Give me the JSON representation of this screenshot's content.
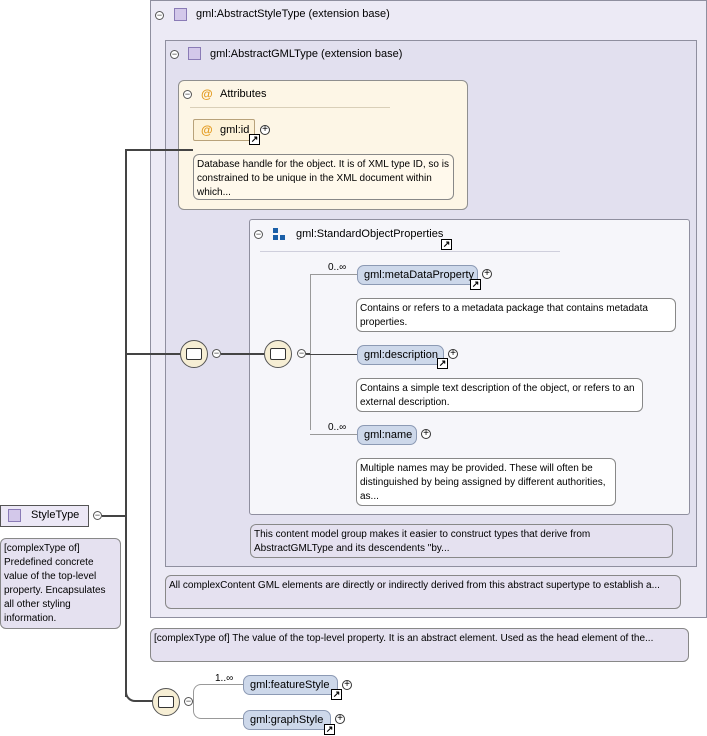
{
  "root": {
    "name": "StyleType",
    "note": "[complexType of] Predefined concrete value of the top-level property. Encapsulates all other styling information."
  },
  "abstract_style": {
    "title": "gml:AbstractStyleType (extension base)",
    "note": "[complexType of] The value of the top-level property. It is an abstract element. Used as the head element of the..."
  },
  "abstract_gml": {
    "title": "gml:AbstractGMLType (extension base)",
    "note": "All complexContent GML elements are directly or indirectly derived from this abstract supertype to establish a..."
  },
  "attributes": {
    "title": "Attributes",
    "at_symbol": "@",
    "id_attr": {
      "name": "gml:id",
      "note": "Database handle for the object. It is of XML type ID, so is constrained to be unique in the XML document within which..."
    }
  },
  "standard_props": {
    "title": "gml:StandardObjectProperties",
    "note": "This content model group makes it easier to construct types that derive from AbstractGMLType and its descendents \"by...",
    "elements": [
      {
        "name": "gml:metaDataProperty",
        "occurrence": "0..∞",
        "note": "Contains or refers to a metadata package that contains metadata properties."
      },
      {
        "name": "gml:description",
        "occurrence": "",
        "note": "Contains a simple text description of the object, or refers to an external description."
      },
      {
        "name": "gml:name",
        "occurrence": "0..∞",
        "note": "Multiple names may be provided. These will often be distinguished by being assigned by different authorities, as..."
      }
    ]
  },
  "style_sequence": {
    "elements": [
      {
        "name": "gml:featureStyle",
        "occurrence": "1..∞"
      },
      {
        "name": "gml:graphStyle",
        "occurrence": ""
      }
    ]
  },
  "symbols": {
    "minus": "−",
    "plus": "+",
    "link": "↗"
  },
  "colors": {
    "complex_type_fill": "#eceaf5",
    "element_fill": "#cdd8ea",
    "attribute_fill": "#fdf6e6",
    "attr_symbol": "#e39a1e"
  }
}
